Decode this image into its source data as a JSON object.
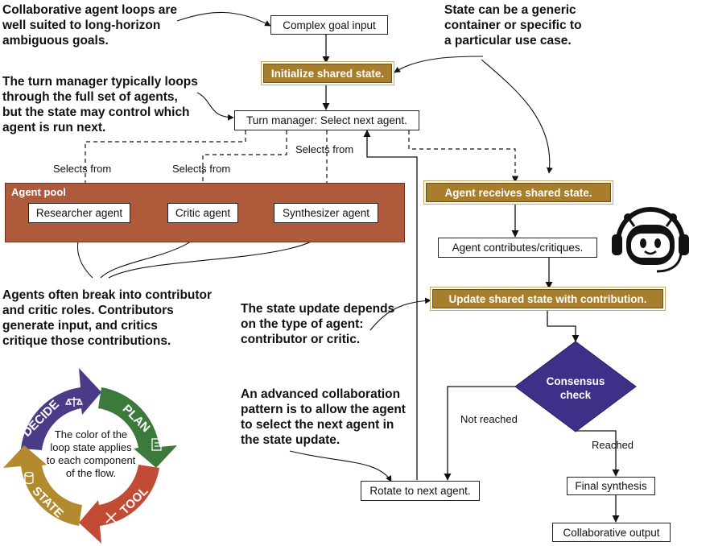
{
  "notes": {
    "collab": "Collaborative agent loops are\nwell suited to long-horizon\nambiguous goals.",
    "turn_manager": "The turn manager typically loops\nthrough the full set of agents,\nbut the state may control which\nagent is run next.",
    "state_generic": "State can be a generic\ncontainer or specific to\na particular use case.",
    "roles": "Agents often break into contributor\nand critic roles. Contributors\ngenerate input, and critics\ncritique those contributions.",
    "state_update": "The state update depends\non the type of agent:\ncontributor or critic.",
    "advanced": "An advanced collaboration\npattern is to allow the agent\nto select the next agent in\nthe state update."
  },
  "flow": {
    "goal_input": "Complex goal input",
    "init_state": "Initialize shared state.",
    "turn_manager": "Turn manager: Select next agent.",
    "agent_pool_title": "Agent pool",
    "researcher": "Researcher agent",
    "critic": "Critic agent",
    "synthesizer": "Synthesizer agent",
    "receives": "Agent receives shared state.",
    "contributes": "Agent contributes/critiques.",
    "update": "Update shared state with contribution.",
    "consensus_line1": "Consensus",
    "consensus_line2": "check",
    "rotate": "Rotate to next agent.",
    "final": "Final synthesis",
    "output": "Collaborative output"
  },
  "edge_labels": {
    "selects_from_1": "Selects from",
    "selects_from_2": "Selects from",
    "selects_from_3": "Selects from",
    "not_reached": "Not reached",
    "reached": "Reached"
  },
  "cycle": {
    "segments": [
      "DECIDE",
      "PLAN",
      "TOOL",
      "STATE"
    ],
    "text": "The color of the\nloop state applies\nto each component\nof the flow."
  },
  "colors": {
    "decide": "#4a3a87",
    "plan": "#3c7a3c",
    "tool": "#c24b35",
    "state": "#b38a2e",
    "pool": "#b05a3c",
    "consensus": "#3e2f88"
  }
}
